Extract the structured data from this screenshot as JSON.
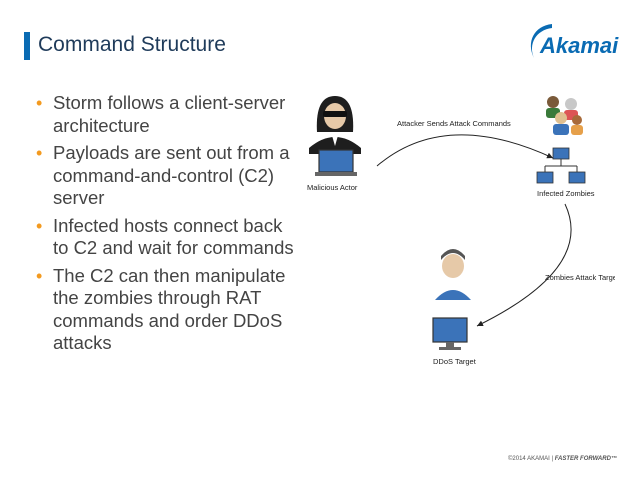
{
  "slide": {
    "title": "Command Structure",
    "bullets": [
      {
        "text": "Storm follows a client-server architecture"
      },
      {
        "text": "Payloads are sent out from a command-and-control (C2) server"
      },
      {
        "text": "Infected hosts connect back to C2 and wait for commands"
      },
      {
        "text": "The C2 can then manipulate the zombies through RAT commands and order DDoS attacks"
      }
    ]
  },
  "logo": {
    "text": "Akamai",
    "color": "#0a6bb3",
    "accent": "#f39a1f"
  },
  "diagram": {
    "malicious_actor": "Malicious Actor",
    "attacker_sends": "Attacker Sends Attack Commands",
    "infected_zombies": "Infected Zombies",
    "zombies_attack": "Zombies Attack Target",
    "ddos_target": "DDoS Target"
  },
  "footer": {
    "copyright": "©2014 AKAMAI",
    "separator": "|",
    "tagline": "FASTER FORWARD™"
  },
  "colors": {
    "accent_blue": "#0a6bb3",
    "bullet_orange": "#f39a1f"
  }
}
